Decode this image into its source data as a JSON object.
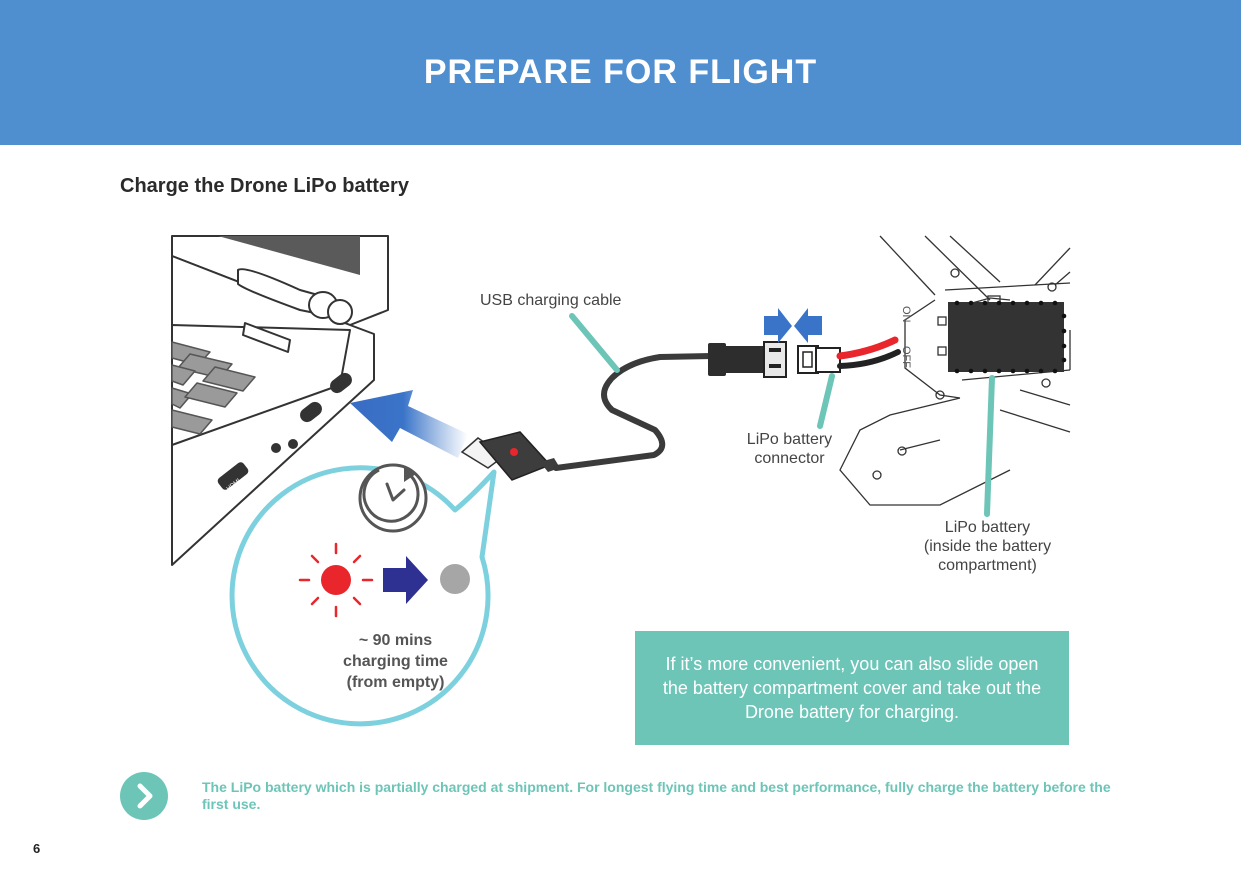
{
  "header": {
    "title": "PREPARE FOR FLIGHT"
  },
  "section": {
    "subtitle": "Charge the Drone LiPo battery"
  },
  "illustration": {
    "labels": {
      "usb_cable": "USB charging cable",
      "connector_line1": "LiPo battery",
      "connector_line2": "connector",
      "battery_line1": "LiPo battery",
      "battery_line2": "(inside the battery",
      "battery_line3": "compartment)",
      "switch_on": "ON",
      "switch_off": "OFF",
      "hdmi": "HDMI"
    },
    "charge": {
      "line1": "~ 90 mins",
      "line2": "charging time",
      "line3": "(from empty)"
    }
  },
  "note": {
    "text": "If it’s more convenient, you can also slide open the battery compartment cover and take out the Drone battery for charging."
  },
  "tip": {
    "icon": "chevron-right-icon",
    "text": "The LiPo battery which is partially charged at shipment. For longest flying time and best performance, fully charge the battery before the first use."
  },
  "footer": {
    "page_number": "6"
  },
  "colors": {
    "header_bg": "#4f8fd0",
    "teal": "#6cc5b7",
    "led_red": "#e8262c",
    "arrow_navy": "#2e3192",
    "arrow_blue": "#3a74c8"
  }
}
